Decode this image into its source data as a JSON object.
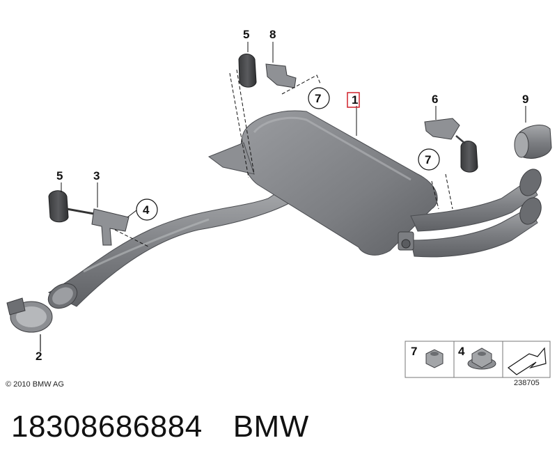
{
  "callouts": {
    "c1": "1",
    "c2": "2",
    "c3": "3",
    "c4": "4",
    "c5a": "5",
    "c5b": "5",
    "c6": "6",
    "c7a": "7",
    "c7b": "7",
    "c8": "8",
    "c9": "9"
  },
  "legend": {
    "nut7": "7",
    "nut4": "4"
  },
  "copyright": "© 2010 BMW AG",
  "diagram_number": "238705",
  "part_number": "18308686884",
  "brand": "BMW",
  "colors": {
    "part": "#8a8c8f",
    "highlight_box": "#d0202a",
    "line": "#111111"
  }
}
